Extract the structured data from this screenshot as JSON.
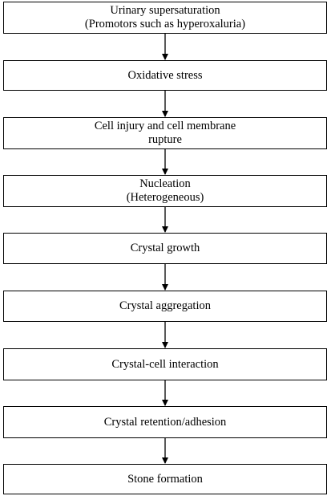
{
  "flowchart": {
    "steps": [
      {
        "lines": [
          "Urinary supersaturation",
          "(Promotors such as hyperoxaluria)"
        ]
      },
      {
        "lines": [
          "Oxidative stress"
        ]
      },
      {
        "lines": [
          "Cell injury and cell membrane",
          "rupture"
        ]
      },
      {
        "lines": [
          "Nucleation",
          "(Heterogeneous)"
        ]
      },
      {
        "lines": [
          "Crystal growth"
        ]
      },
      {
        "lines": [
          "Crystal aggregation"
        ]
      },
      {
        "lines": [
          "Crystal-cell  interaction"
        ]
      },
      {
        "lines": [
          "Crystal  retention/adhesion"
        ]
      },
      {
        "lines": [
          "Stone formation"
        ]
      }
    ]
  }
}
